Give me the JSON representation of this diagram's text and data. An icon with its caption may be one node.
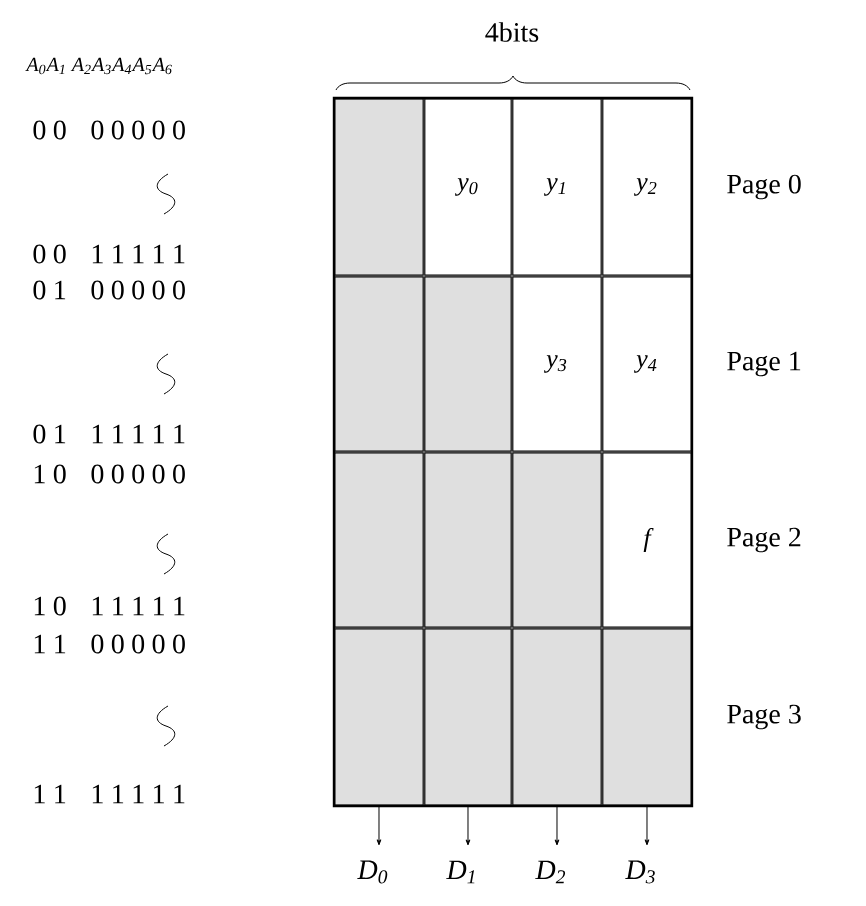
{
  "diagram": {
    "nodes": [
      {
        "text": [],
        "shape": "box"
      },
      {
        "text": [
          "y$_{0}$"
        ]
      },
      {
        "text": [
          "y$_{1}$"
        ]
      },
      {
        "text": [
          "y$_{2}$"
        ]
      },
      {
        "text": [],
        "shape": "box"
      },
      {
        "text": [],
        "shape": "box"
      },
      {
        "text": [
          "y$_{3}$"
        ]
      },
      {
        "text": [
          "y$_{4}$"
        ]
      },
      {
        "text": [],
        "shape": "box"
      },
      {
        "text": [],
        "shape": "box"
      },
      {
        "text": [],
        "shape": "box"
      },
      {
        "text": [
          "f"
        ]
      },
      {
        "text": [],
        "shape": "box"
      },
      {
        "text": [],
        "shape": "box"
      },
      {
        "text": [],
        "shape": "box"
      },
      {
        "text": [],
        "shape": "box"
      },
      {
        "text": [
          "D$_{0}$"
        ]
      },
      {
        "text": [
          "D$_{1}$"
        ]
      },
      {
        "text": [
          "D$_{2}$"
        ]
      },
      {
        "text": [
          "D$_{3}$"
        ]
      }
    ],
    "edges": [
      {
        "from": 12,
        "to": 16,
        "arrow": "to"
      },
      {
        "from": 13,
        "to": 17,
        "arrow": "to"
      },
      {
        "from": 14,
        "to": 18,
        "arrow": "to"
      },
      {
        "from": 15,
        "to": 19,
        "arrow": "to"
      }
    ],
    "labels": [
      "A$_{0}$A$_{1}$ A$_{2}$A$_{3}$A$_{4}$A$_{5}$A$_{6}$",
      "4bits",
      "0 0",
      "0 0 0 0 0",
      "Page 0",
      "0 0",
      "1 1 1 1 1",
      "0 1",
      "0 0 0 0 0",
      "Page 1",
      "0 1",
      "1 1 1 1 1",
      "1 0",
      "0 0 0 0 0",
      "Page 2",
      "1 0",
      "1 1 1 1 1",
      "1 1",
      "0 0 0 0 0",
      "Page 3",
      "1 1",
      "1 1 1 1 1"
    ]
  }
}
